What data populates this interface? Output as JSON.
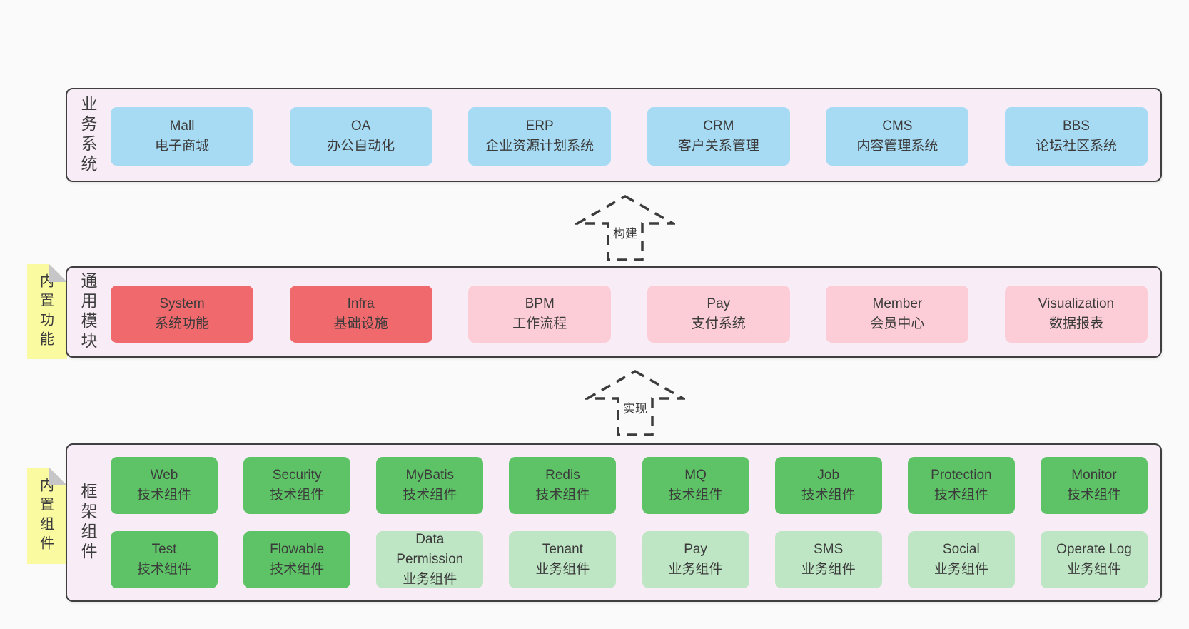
{
  "colors": {
    "page_bg": "#fafafa",
    "panel_bg": "#f8edf6",
    "panel_border": "#3f3f3f",
    "blue_node": "#a7dbf4",
    "red_node": "#f0696c",
    "pink_node": "#fccdd6",
    "green_node": "#5ec366",
    "light_green_node": "#bfe6c4",
    "note_yellow": "#fafaa0",
    "note_fold": "#c6c6c8",
    "text": "#3c3c3c"
  },
  "business_layer": {
    "label": "业务系统",
    "boxes": [
      {
        "title": "Mall",
        "subtitle": "电子商城"
      },
      {
        "title": "OA",
        "subtitle": "办公自动化"
      },
      {
        "title": "ERP",
        "subtitle": "企业资源计划系统"
      },
      {
        "title": "CRM",
        "subtitle": "客户关系管理"
      },
      {
        "title": "CMS",
        "subtitle": "内容管理系统"
      },
      {
        "title": "BBS",
        "subtitle": "论坛社区系统"
      }
    ]
  },
  "build_arrow": {
    "label": "构建"
  },
  "module_layer": {
    "label": "通用模块",
    "note": "内置功能",
    "boxes": [
      {
        "title": "System",
        "subtitle": "系统功能"
      },
      {
        "title": "Infra",
        "subtitle": "基础设施"
      },
      {
        "title": "BPM",
        "subtitle": "工作流程"
      },
      {
        "title": "Pay",
        "subtitle": "支付系统"
      },
      {
        "title": "Member",
        "subtitle": "会员中心"
      },
      {
        "title": "Visualization",
        "subtitle": "数据报表"
      }
    ]
  },
  "implement_arrow": {
    "label": "实现"
  },
  "component_layer": {
    "label": "框架组件",
    "note": "内置组件",
    "row1": [
      {
        "title": "Web",
        "subtitle": "技术组件"
      },
      {
        "title": "Security",
        "subtitle": "技术组件"
      },
      {
        "title": "MyBatis",
        "subtitle": "技术组件"
      },
      {
        "title": "Redis",
        "subtitle": "技术组件"
      },
      {
        "title": "MQ",
        "subtitle": "技术组件"
      },
      {
        "title": "Job",
        "subtitle": "技术组件"
      },
      {
        "title": "Protection",
        "subtitle": "技术组件"
      },
      {
        "title": "Monitor",
        "subtitle": "技术组件"
      }
    ],
    "row2": [
      {
        "title": "Test",
        "subtitle": "技术组件"
      },
      {
        "title": "Flowable",
        "subtitle": "技术组件"
      },
      {
        "title": "Data Permission",
        "subtitle": "业务组件"
      },
      {
        "title": "Tenant",
        "subtitle": "业务组件"
      },
      {
        "title": "Pay",
        "subtitle": "业务组件"
      },
      {
        "title": "SMS",
        "subtitle": "业务组件"
      },
      {
        "title": "Social",
        "subtitle": "业务组件"
      },
      {
        "title": "Operate Log",
        "subtitle": "业务组件"
      }
    ]
  }
}
